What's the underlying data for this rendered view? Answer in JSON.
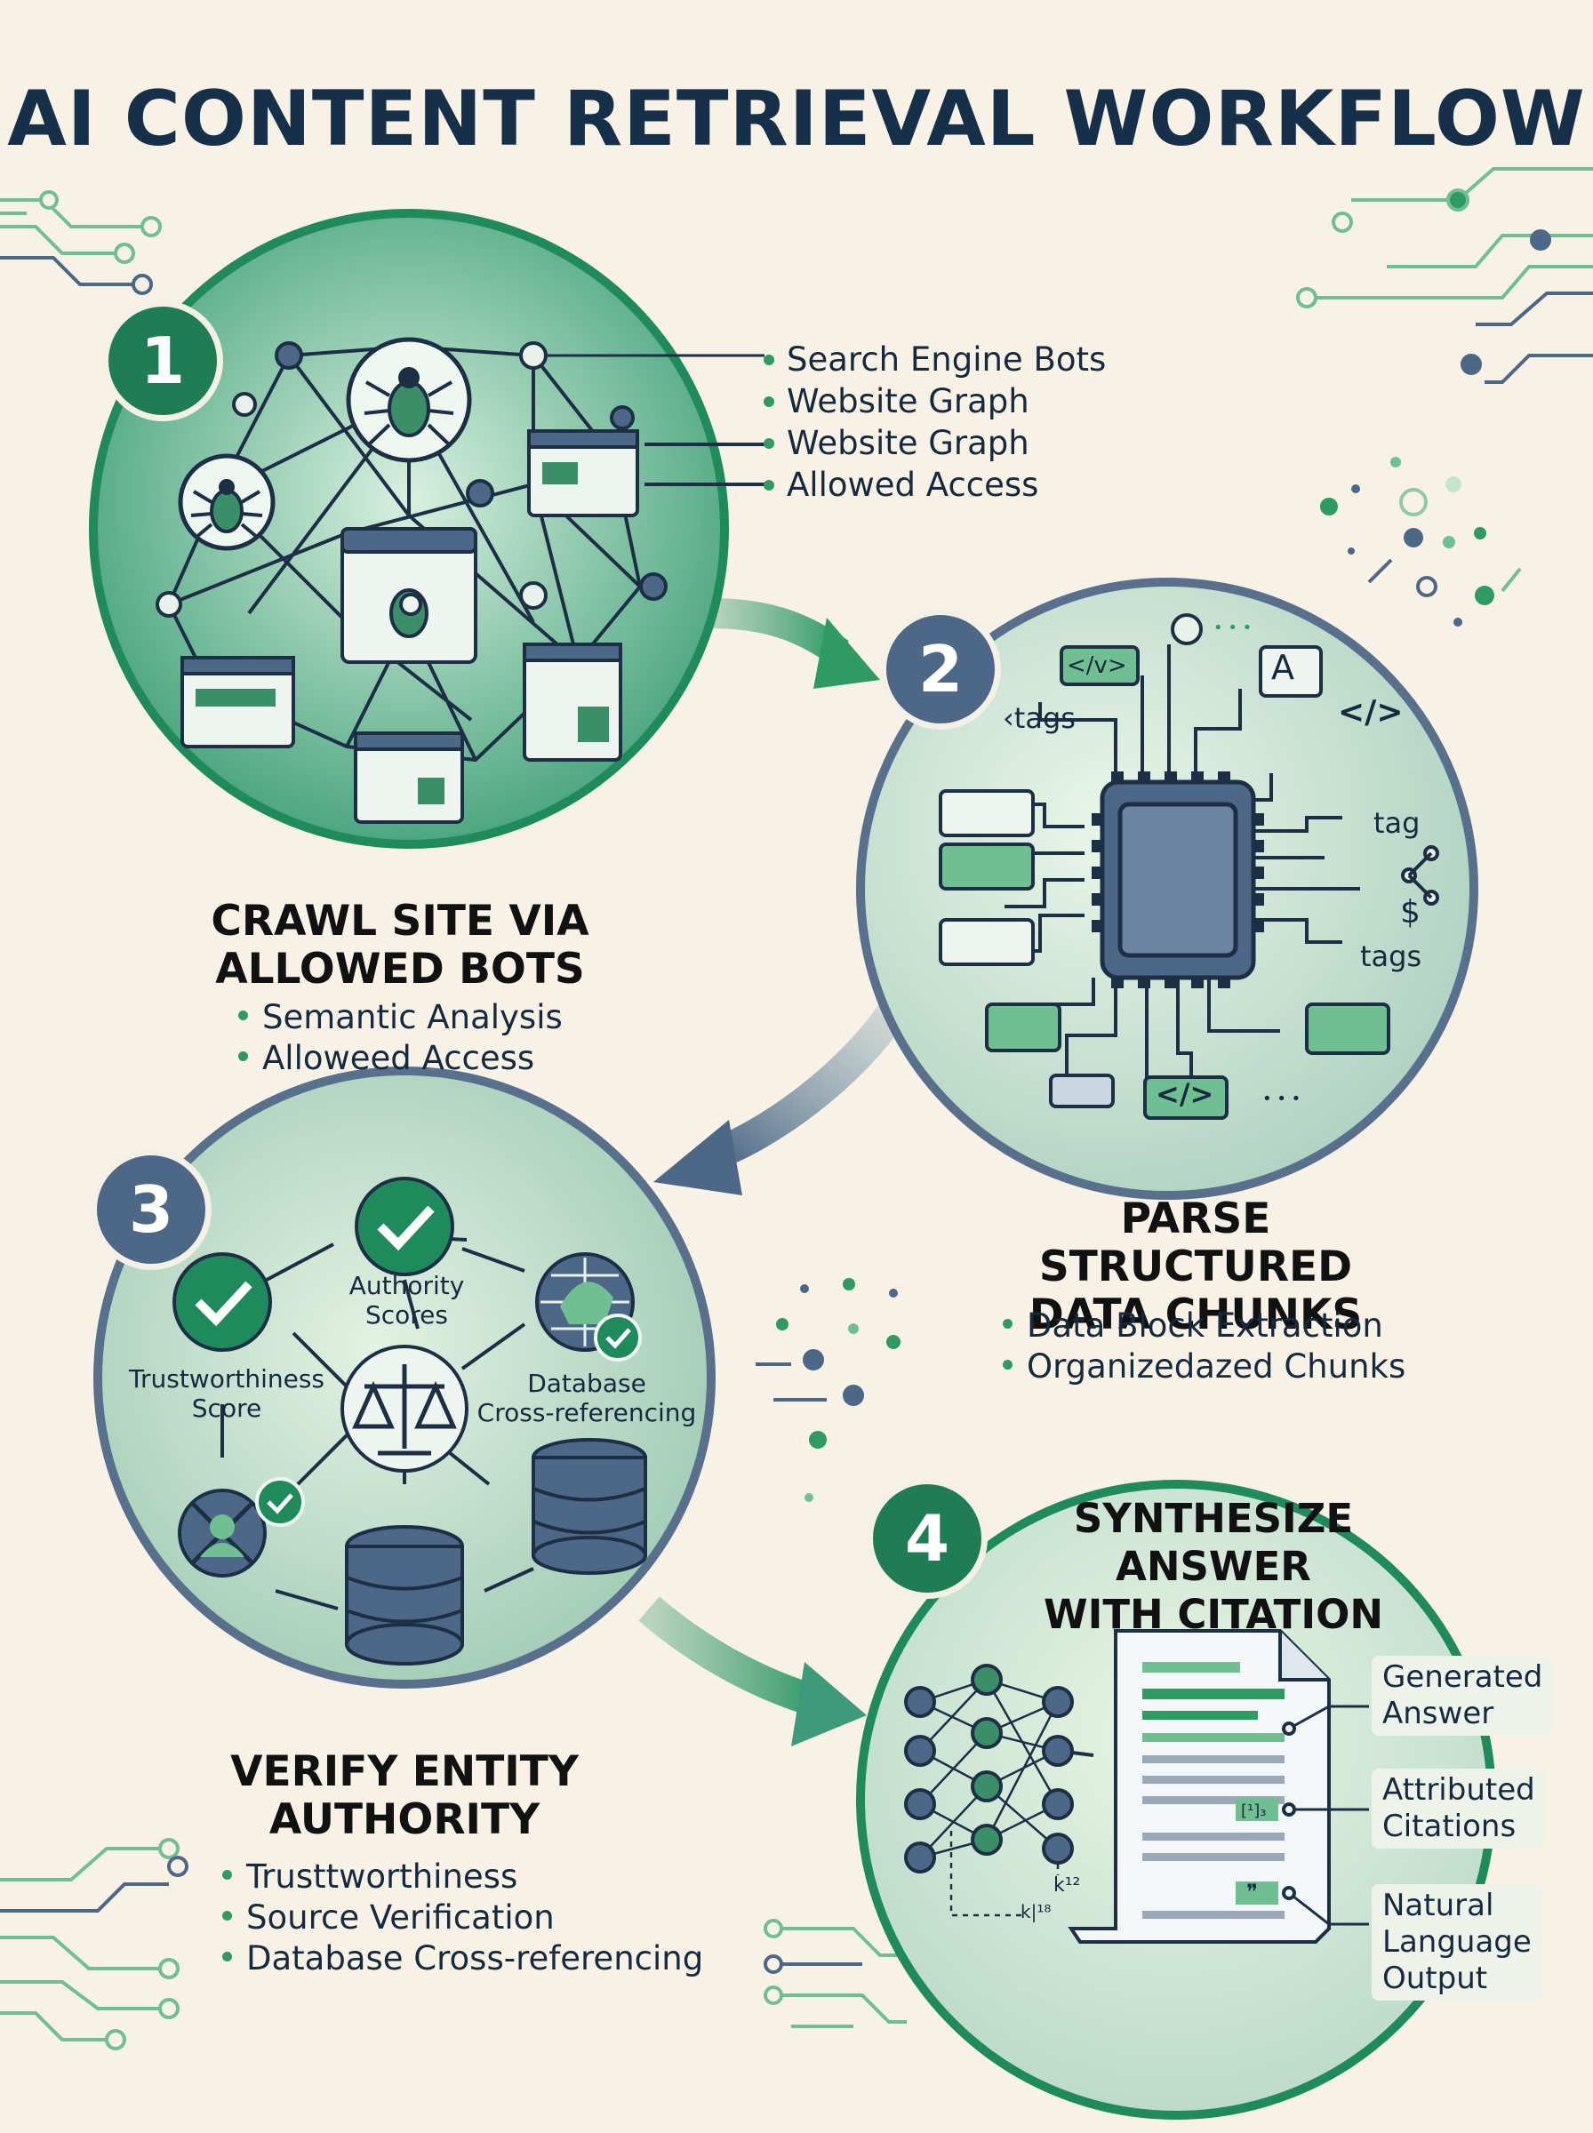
{
  "title": "AI CONTENT RETRIEVAL WORKFLOW",
  "steps": [
    {
      "number": "1",
      "heading_line1": "CRAWL SITE VIA",
      "heading_line2": "ALLOWED BOTS",
      "legend": [
        "Search Engine Bots",
        "Website Graph",
        "Website Graph",
        "Allowed Access"
      ],
      "bullets": [
        "Semantic Analysis",
        "Alloweed Access"
      ]
    },
    {
      "number": "2",
      "heading_line1": "PARSE STRUCTURED",
      "heading_line2": "DATA CHUNKS",
      "bullets": [
        "Data Block Extraction",
        "Organizedazed Chunks"
      ],
      "diagram_labels": {
        "tags_left": "‹tags",
        "code_right": "</>",
        "letter": "A",
        "tag_right": "tag",
        "dollar": "$",
        "tags_right": "tags",
        "code_top": "</v>",
        "code_bottom": "</>",
        "ellipsis_top": "• • •",
        "ellipsis_bottom": "• • •"
      }
    },
    {
      "number": "3",
      "heading_line1": "VERIFY ENTITY",
      "heading_line2": "AUTHORITY",
      "bullets": [
        "Trusttworthiness",
        "Source Verification",
        "Database Cross-referencing"
      ],
      "diagram_labels": {
        "authority_1": "Authority",
        "authority_2": "Scores",
        "trust_1": "Trustworthiness",
        "trust_2": "Score",
        "database_1": "Database",
        "database_2": "Cross-referencing"
      }
    },
    {
      "number": "4",
      "heading_line1": "SYNTHESIZE ANSWER",
      "heading_line2": "WITH CITATION",
      "callouts": [
        {
          "line1": "Generated",
          "line2": "Answer"
        },
        {
          "line1": "Attributed",
          "line2": "Citations"
        },
        {
          "line1": "Natural",
          "line2": "Language",
          "line3": "Output"
        }
      ],
      "diagram_labels": {
        "ref_a": "k¹²",
        "ref_b": "k|¹⁸",
        "citation_mark": "[¹]₃",
        "quote_mark": "❞"
      }
    }
  ],
  "colors": {
    "green": "#2f9a62",
    "navy": "#4d6786",
    "background": "#f8f2e6",
    "dark": "#152a3e"
  }
}
